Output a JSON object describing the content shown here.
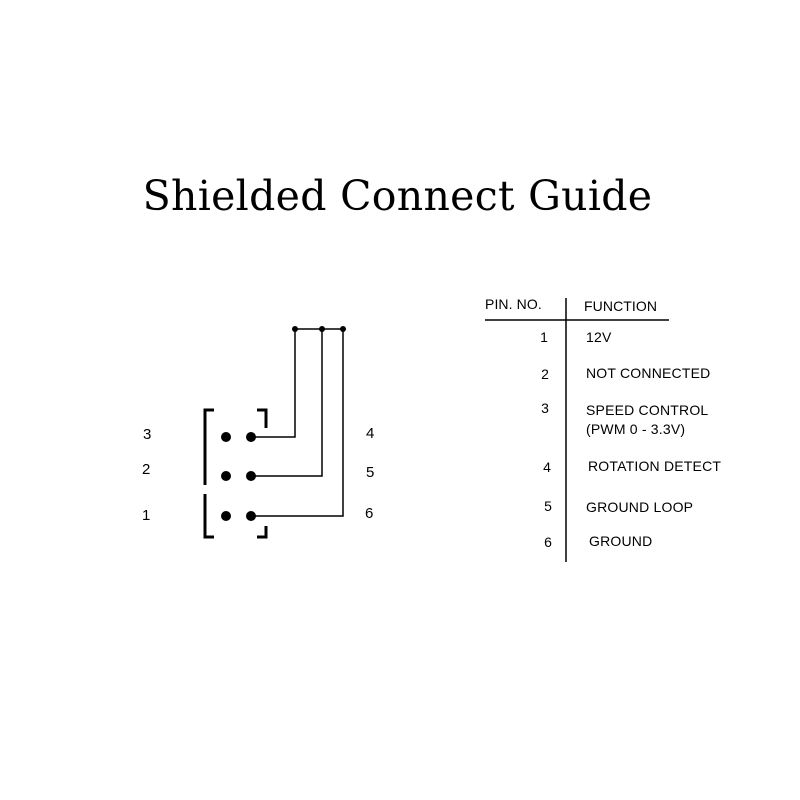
{
  "title": "Shielded Connect Guide",
  "connector": {
    "left_pin_labels": [
      "3",
      "2",
      "1"
    ],
    "right_pin_labels": [
      "4",
      "5",
      "6"
    ]
  },
  "pin_table": {
    "header_pin": "PIN. NO.",
    "header_function": "FUNCTION",
    "rows": [
      {
        "pin": "1",
        "function": "12V"
      },
      {
        "pin": "2",
        "function": "NOT CONNECTED"
      },
      {
        "pin": "3",
        "function": "SPEED CONTROL",
        "function_line2": "(PWM  0 - 3.3V)"
      },
      {
        "pin": "4",
        "function": "ROTATION DETECT"
      },
      {
        "pin": "5",
        "function": "GROUND LOOP"
      },
      {
        "pin": "6",
        "function": "GROUND"
      }
    ]
  }
}
